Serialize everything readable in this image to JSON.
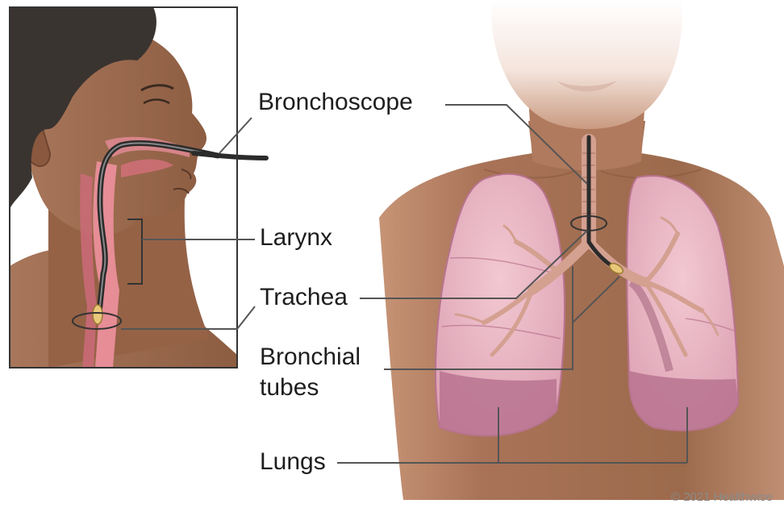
{
  "labels": {
    "bronchoscope": "Bronchoscope",
    "larynx": "Larynx",
    "trachea": "Trachea",
    "bronchial_line1": "Bronchial",
    "bronchial_line2": "tubes",
    "lungs": "Lungs"
  },
  "copyright": "© 2021 Healthwise",
  "colors": {
    "skin": "#9c6a4c",
    "skin_dark": "#6e4530",
    "lung_fill": "#e8b3c0",
    "lung_dark": "#b9738f",
    "airway": "#d4a090",
    "hair": "#3a3430",
    "leader_line": "#555555"
  }
}
